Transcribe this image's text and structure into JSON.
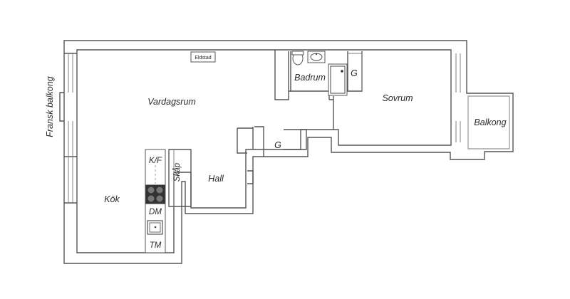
{
  "rooms": {
    "vardagsrum": "Vardagsrum",
    "badrum": "Badrum",
    "sovrum": "Sovrum",
    "balkong": "Balkong",
    "fransk_balkong": "Fransk balkong",
    "kok": "Kök",
    "hall": "Hall",
    "skap": "Skåp",
    "g_bath": "G",
    "g_hall": "G"
  },
  "fixtures": {
    "eldstad": "Eldstad",
    "kf": "K/F",
    "dm": "DM",
    "tm": "TM"
  }
}
